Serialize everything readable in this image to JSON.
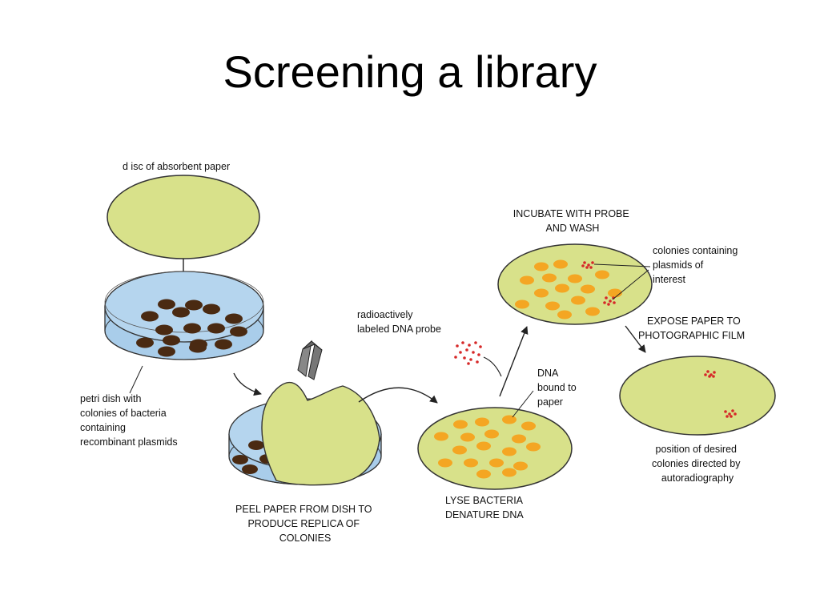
{
  "slide": {
    "title": "Screening a library"
  },
  "labels": {
    "disc": "d isc of absorbent paper",
    "petri": [
      "petri dish with",
      "colonies of bacteria",
      "containing",
      "recombinant plasmids"
    ],
    "peel": [
      "PEEL PAPER FROM DISH TO",
      "PRODUCE REPLICA OF",
      "COLONIES"
    ],
    "lyse": [
      "LYSE BACTERIA",
      "DENATURE DNA"
    ],
    "dna_bound": [
      "DNA",
      "bound to",
      "paper"
    ],
    "probe": [
      "radioactively",
      "labeled DNA probe"
    ],
    "incubate": [
      "INCUBATE WITH PROBE",
      "AND WASH"
    ],
    "colonies_interest": [
      "colonies containing",
      "plasmids of",
      "interest"
    ],
    "expose": [
      "EXPOSE PAPER TO",
      "PHOTOGRAPHIC FILM"
    ],
    "position": [
      "position of desired",
      "colonies directed by",
      "autoradiography"
    ]
  },
  "colors": {
    "paper": "#d8e18a",
    "dish_blue": "#a9cdea",
    "colony_dark": "#4a2a12",
    "colony_orange": "#f4a623",
    "hot_spot": "#d62828",
    "outline": "#333333"
  }
}
